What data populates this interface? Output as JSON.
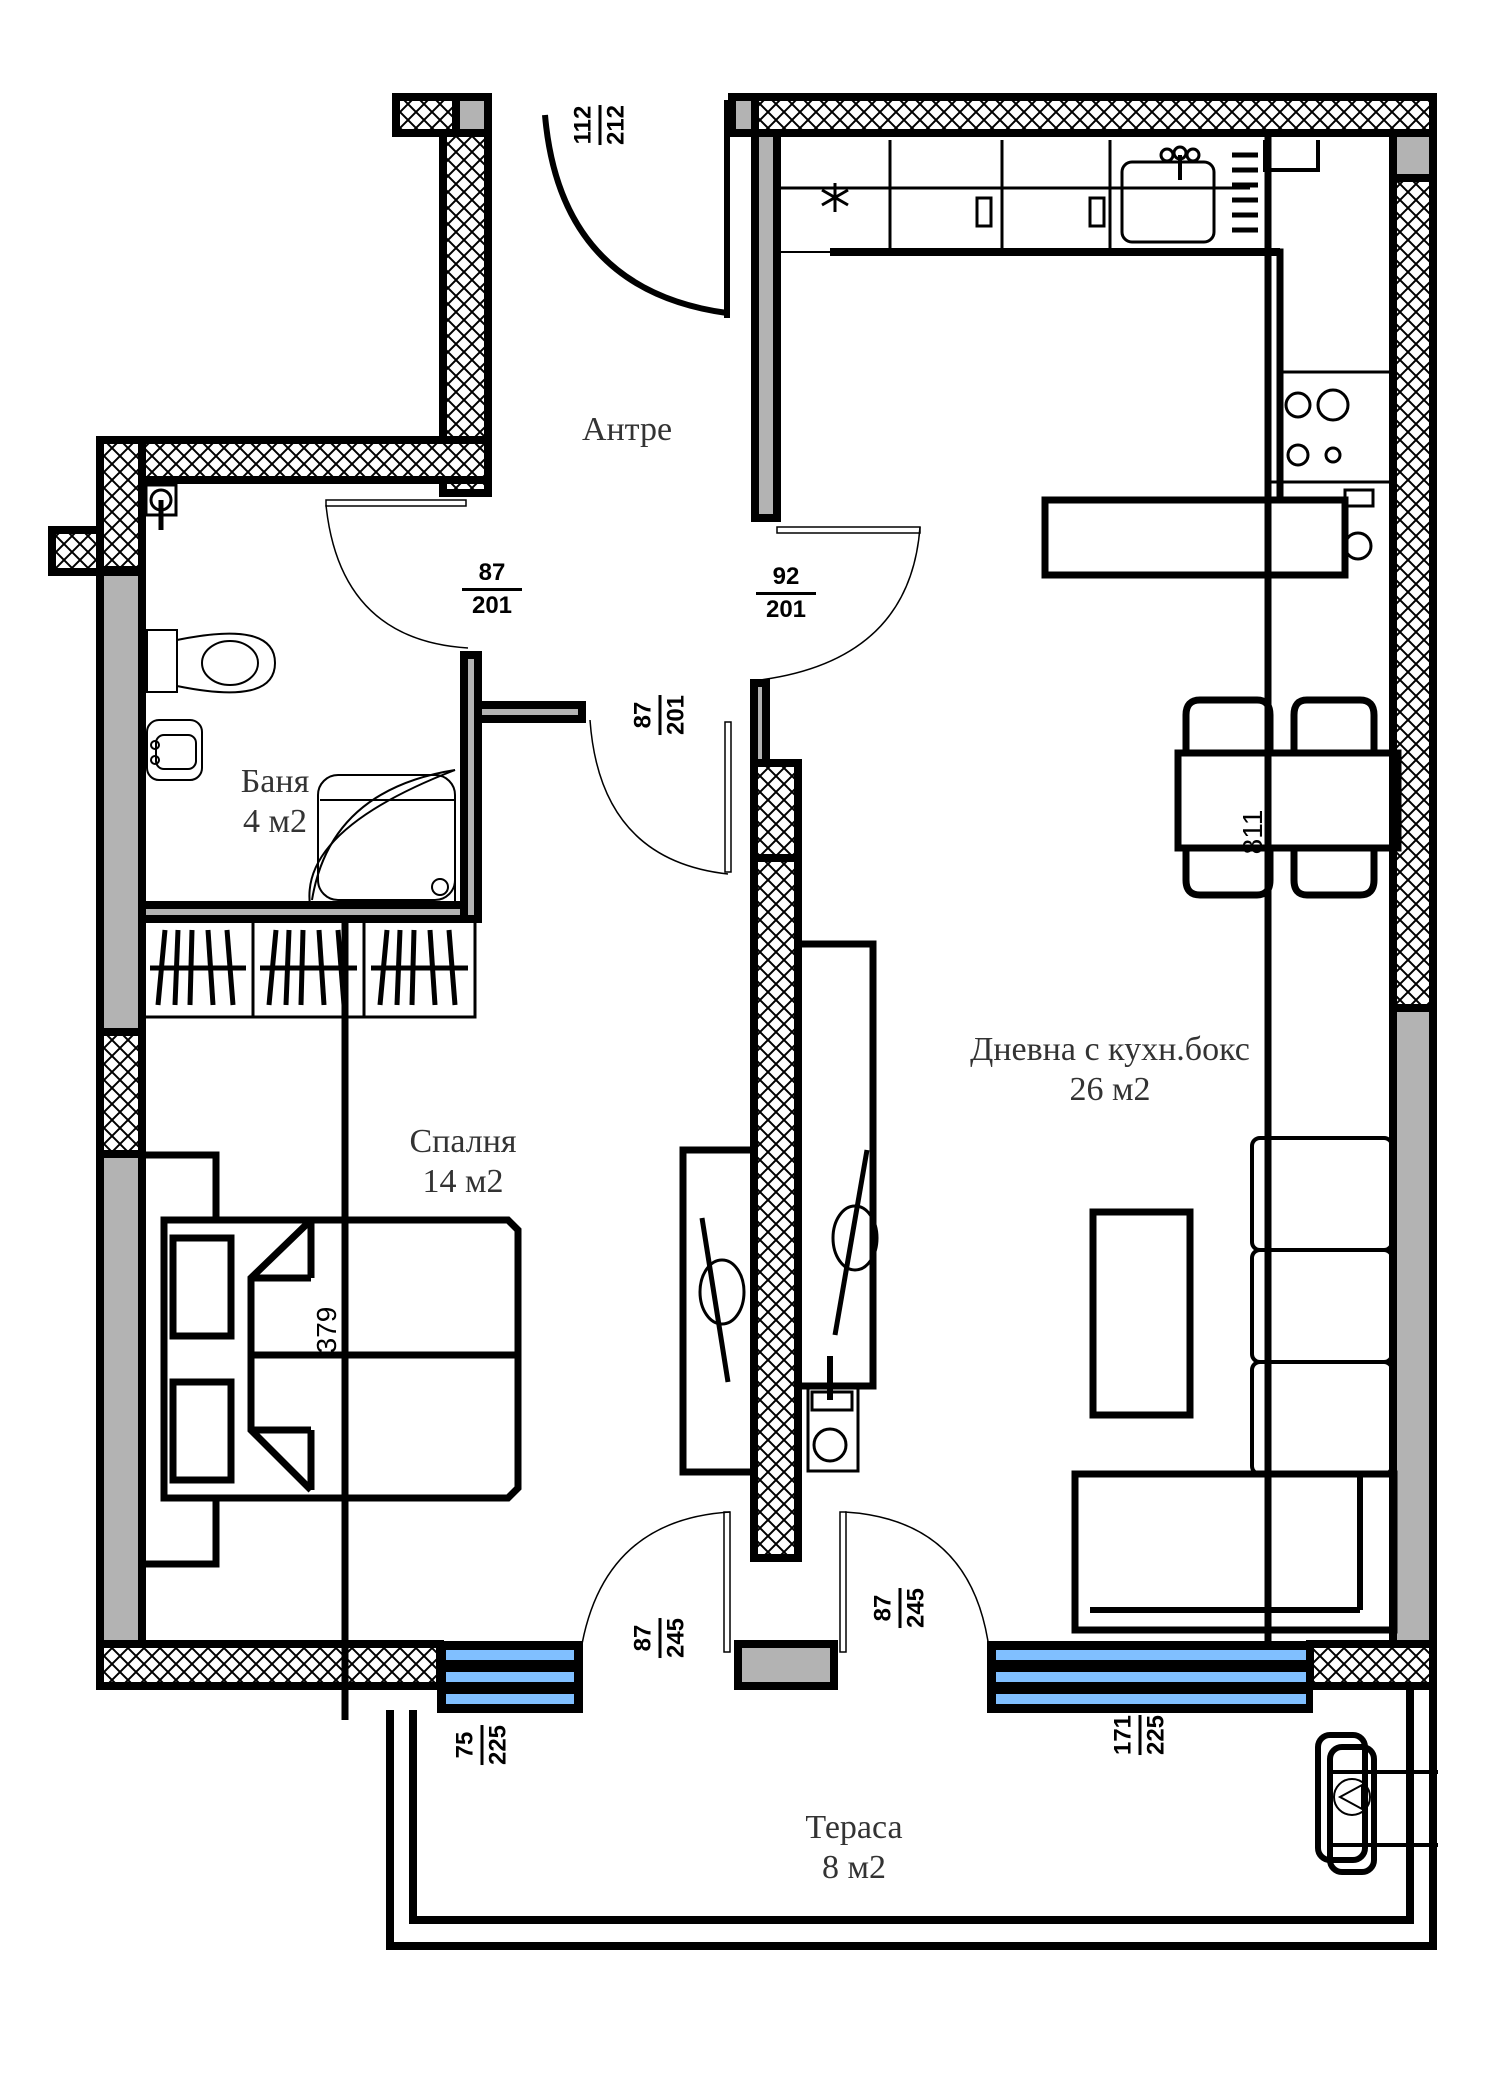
{
  "plan": {
    "colors": {
      "wall": "#000000",
      "wall_fill_gray": "#b3b3b3",
      "window_glass": "#80bfff",
      "background": "#ffffff",
      "label_text": "#333333"
    },
    "rooms": [
      {
        "id": "antre",
        "name": "Антре",
        "area": ""
      },
      {
        "id": "banya",
        "name": "Баня",
        "area": "4 м2"
      },
      {
        "id": "spalnya",
        "name": "Спалня",
        "area": "14 м2"
      },
      {
        "id": "dnevna",
        "name": "Дневна с кухн.бокс",
        "area": "26 м2"
      },
      {
        "id": "terasa",
        "name": "Тераса",
        "area": "8 м2"
      }
    ],
    "openings": [
      {
        "id": "entrance-door",
        "width": "112",
        "height": "212"
      },
      {
        "id": "bathroom-door",
        "width": "87",
        "height": "201"
      },
      {
        "id": "living-door",
        "width": "92",
        "height": "201"
      },
      {
        "id": "bedroom-door",
        "width": "87",
        "height": "201"
      },
      {
        "id": "bedroom-balcony-door",
        "width": "87",
        "height": "245"
      },
      {
        "id": "living-balcony-door",
        "width": "87",
        "height": "245"
      },
      {
        "id": "bedroom-window",
        "width": "75",
        "height": "225"
      },
      {
        "id": "living-window",
        "width": "171",
        "height": "225"
      }
    ],
    "section_marks": [
      {
        "id": "section-bedroom",
        "value": "379"
      },
      {
        "id": "section-living",
        "value": "811"
      }
    ],
    "icons": [
      "fridge-asterisk-icon",
      "sink-icon",
      "stove-icon",
      "washing-machine-icon",
      "toilet-icon",
      "washbasin-icon",
      "shower-tray-icon",
      "water-heater-icon",
      "boiler-icon",
      "air-conditioner-unit-icon"
    ]
  }
}
